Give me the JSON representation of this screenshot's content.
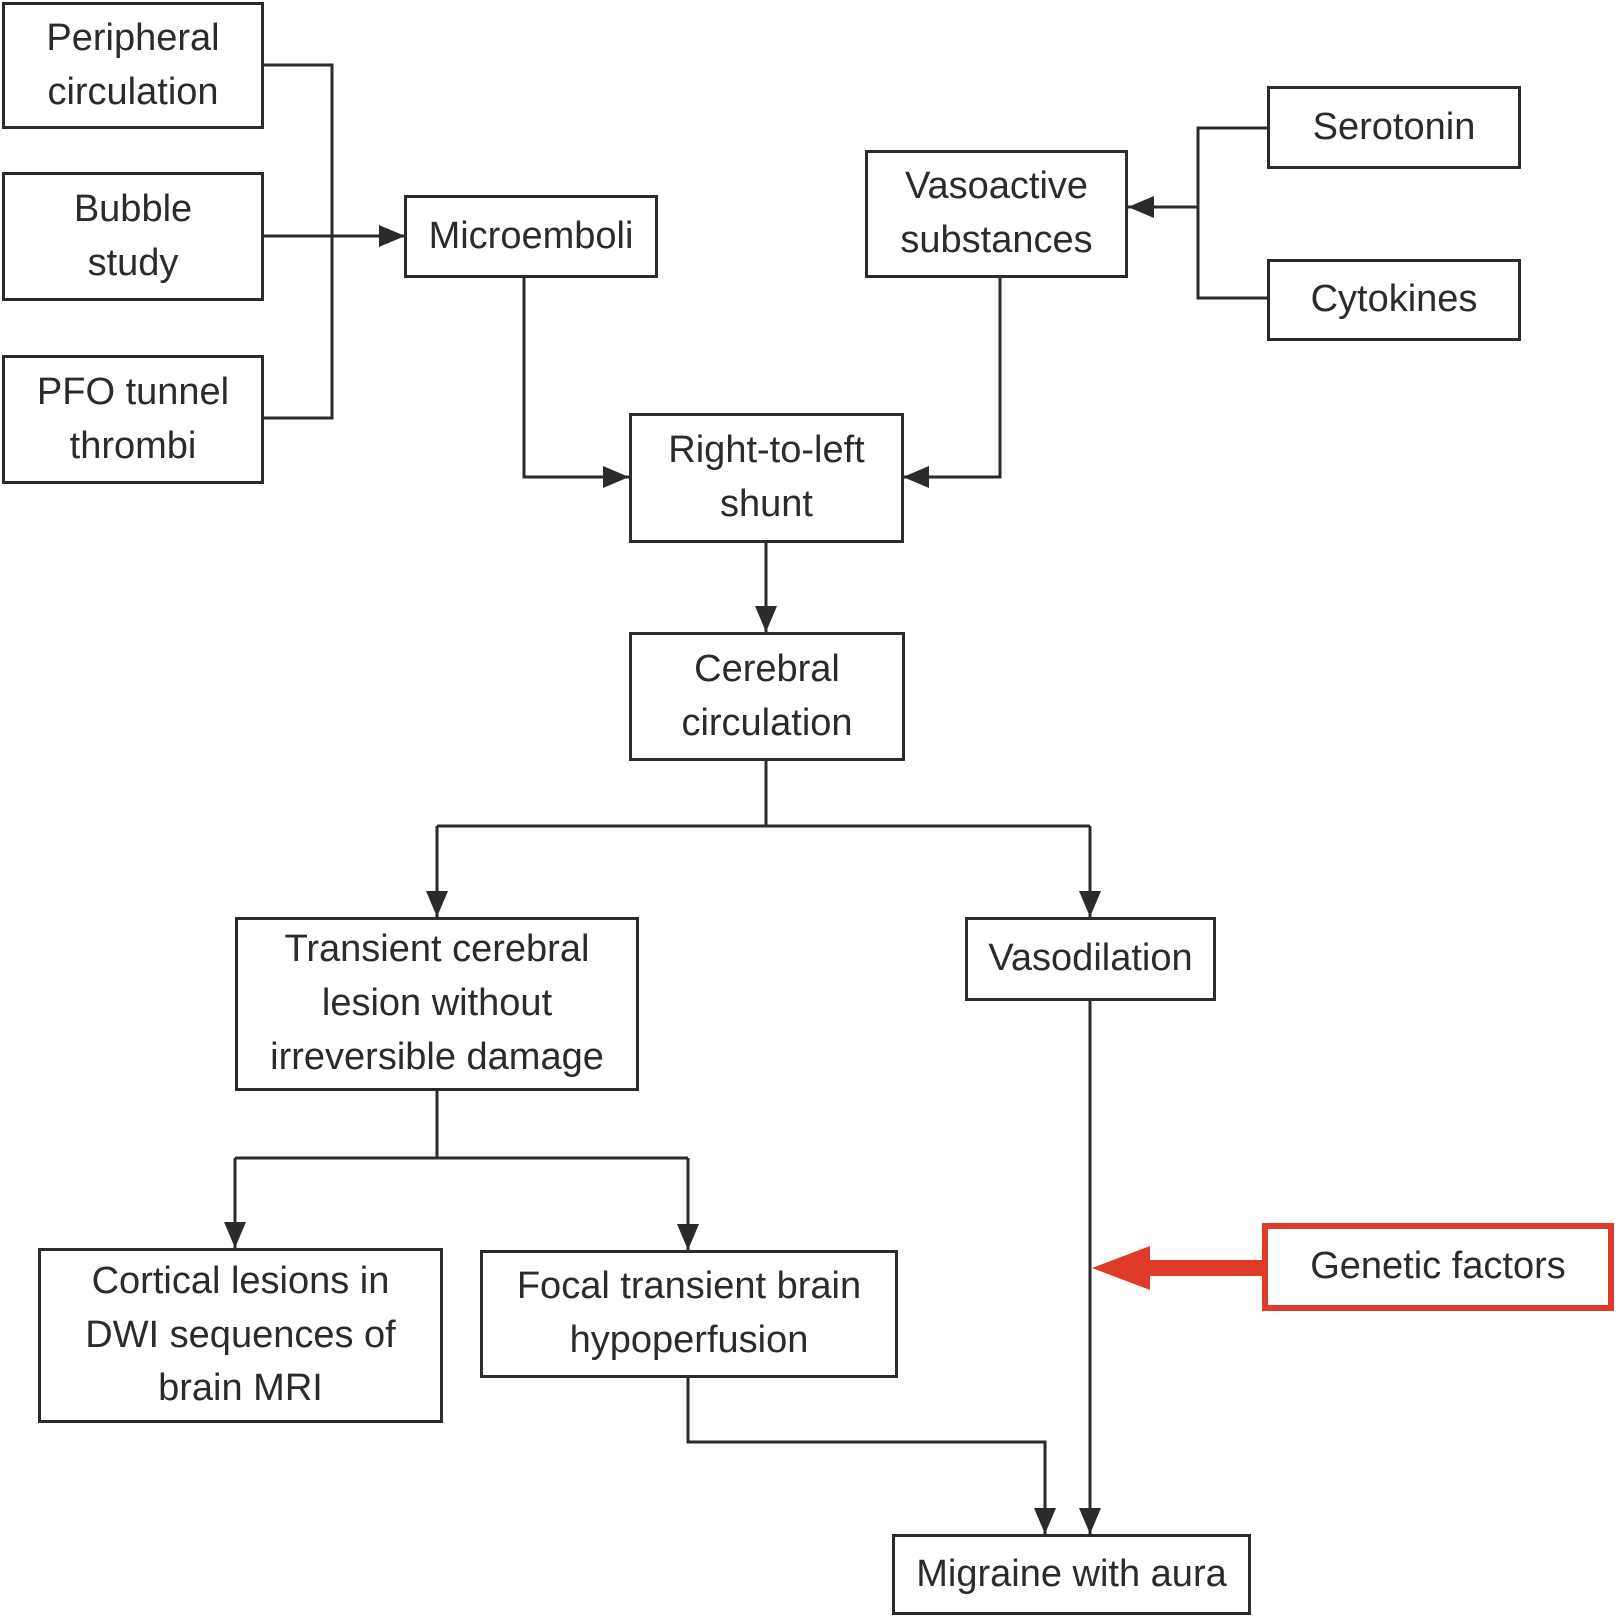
{
  "colors": {
    "line": "#2b2b2b",
    "accent_red": "#e03a2b",
    "background": "#ffffff"
  },
  "nodes": {
    "peripheral": {
      "label": "Peripheral\ncirculation"
    },
    "bubble_study": {
      "label": "Bubble\nstudy"
    },
    "pfo_tunnel_thrombi": {
      "label": "PFO tunnel\nthrombi"
    },
    "microemboli": {
      "label": "Microemboli"
    },
    "vasoactive_substances": {
      "label": "Vasoactive\nsubstances"
    },
    "serotonin": {
      "label": "Serotonin"
    },
    "cytokines": {
      "label": "Cytokines"
    },
    "right_to_left_shunt": {
      "label": "Right-to-left\nshunt"
    },
    "cerebral_circulation": {
      "label": "Cerebral\ncirculation"
    },
    "transient_cerebral_lesion": {
      "label": "Transient cerebral\nlesion without\nirreversible damage"
    },
    "vasodilation": {
      "label": "Vasodilation"
    },
    "cortical_lesions_dwi": {
      "label": "Cortical lesions in\nDWI sequences of\nbrain MRI"
    },
    "focal_hypoperfusion": {
      "label": "Focal transient brain\nhypoperfusion"
    },
    "genetic_factors": {
      "label": "Genetic factors"
    },
    "migraine_with_aura": {
      "label": "Migraine with aura"
    }
  },
  "edges": [
    {
      "from": "peripheral",
      "to": "microemboli",
      "arrow": true,
      "color": "black"
    },
    {
      "from": "bubble_study",
      "to": "microemboli",
      "arrow": true,
      "color": "black"
    },
    {
      "from": "pfo_tunnel_thrombi",
      "to": "microemboli",
      "arrow": true,
      "color": "black"
    },
    {
      "from": "serotonin",
      "to": "vasoactive_substances",
      "arrow": true,
      "color": "black"
    },
    {
      "from": "cytokines",
      "to": "vasoactive_substances",
      "arrow": true,
      "color": "black"
    },
    {
      "from": "microemboli",
      "to": "right_to_left_shunt",
      "arrow": true,
      "color": "black"
    },
    {
      "from": "vasoactive_substances",
      "to": "right_to_left_shunt",
      "arrow": true,
      "color": "black"
    },
    {
      "from": "right_to_left_shunt",
      "to": "cerebral_circulation",
      "arrow": true,
      "color": "black"
    },
    {
      "from": "cerebral_circulation",
      "to": "transient_cerebral_lesion",
      "arrow": true,
      "color": "black"
    },
    {
      "from": "cerebral_circulation",
      "to": "vasodilation",
      "arrow": true,
      "color": "black"
    },
    {
      "from": "transient_cerebral_lesion",
      "to": "cortical_lesions_dwi",
      "arrow": true,
      "color": "black"
    },
    {
      "from": "transient_cerebral_lesion",
      "to": "focal_hypoperfusion",
      "arrow": true,
      "color": "black"
    },
    {
      "from": "focal_hypoperfusion",
      "to": "migraine_with_aura",
      "arrow": true,
      "color": "black"
    },
    {
      "from": "vasodilation",
      "to": "migraine_with_aura",
      "arrow": true,
      "color": "black"
    },
    {
      "from": "genetic_factors",
      "to": "vasodilation_to_migraine_line",
      "arrow": true,
      "color": "red"
    }
  ]
}
